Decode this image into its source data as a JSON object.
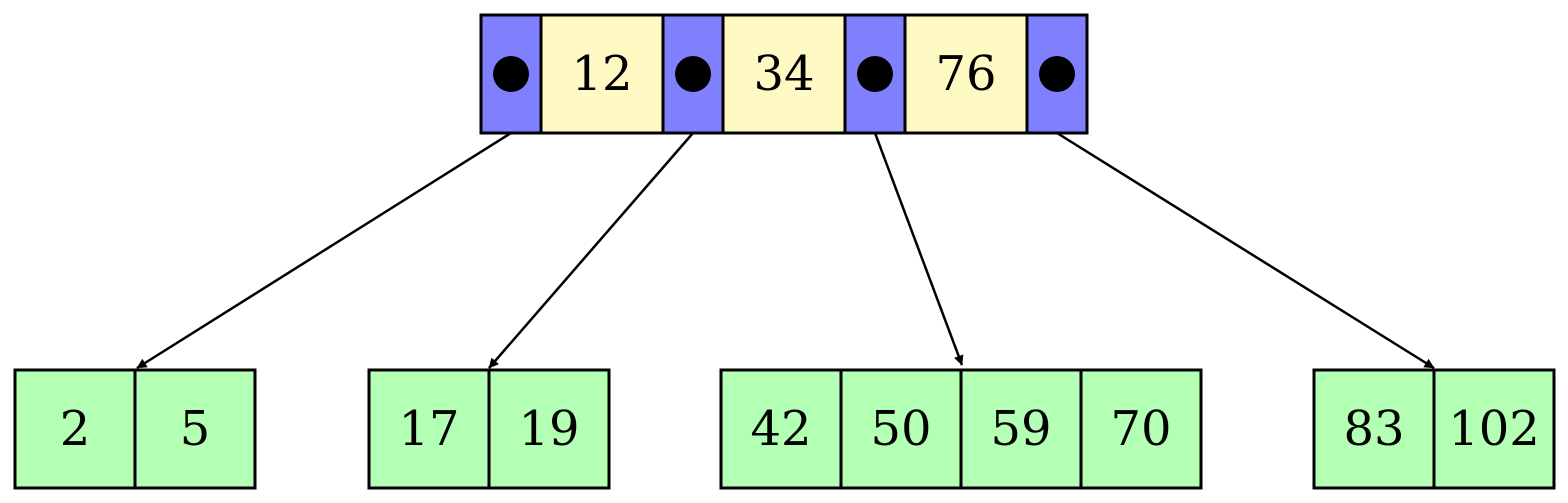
{
  "colors": {
    "pointer_fill": "#8080ff",
    "root_key_fill": "#fffac4",
    "leaf_key_fill": "#b3ffb3",
    "stroke": "#000000"
  },
  "root": {
    "keys": [
      "12",
      "34",
      "76"
    ]
  },
  "leaves": [
    {
      "keys": [
        "2",
        "5"
      ]
    },
    {
      "keys": [
        "17",
        "19"
      ]
    },
    {
      "keys": [
        "42",
        "50",
        "59",
        "70"
      ]
    },
    {
      "keys": [
        "83",
        "102"
      ]
    }
  ]
}
